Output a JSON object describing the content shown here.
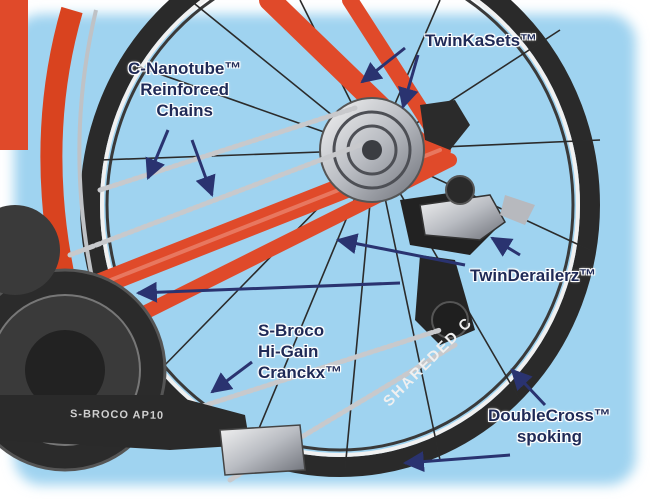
{
  "labels": {
    "twinkasets": "TwinKaSets™",
    "nanotube": [
      "C-Nanotube™",
      "Reinforced",
      "Chains"
    ],
    "twinderailerz": "TwinDerailerz™",
    "sbroco": [
      "S-Broco",
      "Hi-Gain",
      "Cranckx™"
    ],
    "doublecross": [
      "DoubleCross™",
      "spoking"
    ]
  },
  "imprints": {
    "crank": "S-BROCO AP10",
    "rim": "SHAREDED C"
  },
  "colors": {
    "sky": "#9fd3f0",
    "frame": "#e04a2a",
    "tire": "#2a2a2a",
    "label_text": "#1f2a57",
    "arrow": "#2a3370"
  }
}
